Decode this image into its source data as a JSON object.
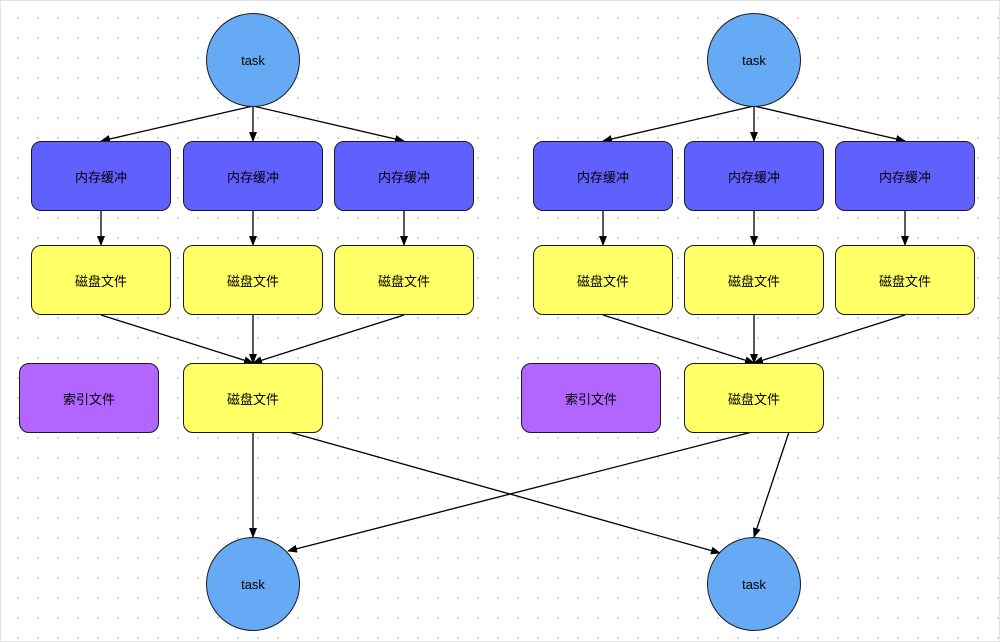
{
  "colors": {
    "task": "#66aaf5",
    "memory_buffer": "#6060ff",
    "disk_file": "#ffff66",
    "index_file": "#b266ff",
    "edge": "#000000"
  },
  "diagram": {
    "left": {
      "task_top": "task",
      "buffers": [
        "内存缓冲",
        "内存缓冲",
        "内存缓冲"
      ],
      "disk_files": [
        "磁盘文件",
        "磁盘文件",
        "磁盘文件"
      ],
      "index_file": "索引文件",
      "merged_disk_file": "磁盘文件",
      "task_bottom": "task"
    },
    "right": {
      "task_top": "task",
      "buffers": [
        "内存缓冲",
        "内存缓冲",
        "内存缓冲"
      ],
      "disk_files": [
        "磁盘文件",
        "磁盘文件",
        "磁盘文件"
      ],
      "index_file": "索引文件",
      "merged_disk_file": "磁盘文件",
      "task_bottom": "task"
    }
  }
}
